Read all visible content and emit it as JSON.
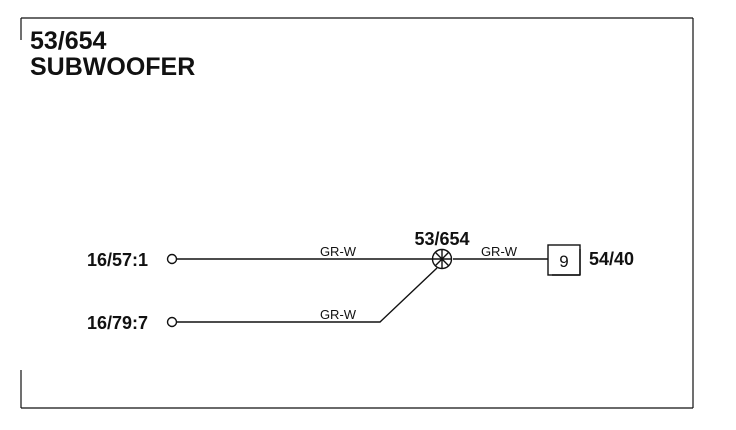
{
  "diagram": {
    "title_code": "53/654",
    "title_name": "SUBWOOFER",
    "terminals": {
      "a": "16/57:1",
      "b": "16/79:7"
    },
    "splice": {
      "label": "53/654"
    },
    "wires": {
      "top_left": "GR-W",
      "bottom_left": "GR-W",
      "right": "GR-W"
    },
    "connector": {
      "pin": "9",
      "label": "54/40"
    }
  }
}
